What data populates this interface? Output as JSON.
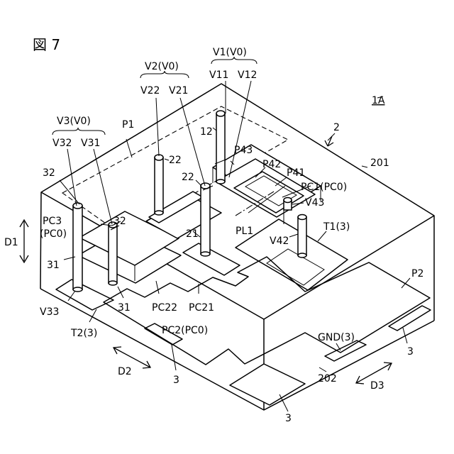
{
  "figure": {
    "title": "図 7",
    "module_label": "1A"
  },
  "labels": {
    "v1": "V1(V0)",
    "v11": "V11",
    "v12": "V12",
    "v2": "V2(V0)",
    "v22": "V22",
    "v21": "V21",
    "v3": "V3(V0)",
    "v32": "V32",
    "v31": "V31",
    "p1": "P1",
    "ref2": "2",
    "ref201": "201",
    "ref12": "12",
    "p43": "P43",
    "p42": "P42",
    "p41": "P41",
    "pc1": "PC1(PC0)",
    "v43": "V43",
    "ref22a": "22",
    "ref22b": "22",
    "ref32a": "32",
    "ref32b": "32",
    "pc3a": "PC3",
    "pc3b": "(PC0)",
    "d1": "D1",
    "pl1": "PL1",
    "t1": "T1(3)",
    "v42": "V42",
    "ref21": "21",
    "ref31a": "31",
    "ref31b": "31",
    "v33": "V33",
    "p2": "P2",
    "pc22": "PC22",
    "pc21": "PC21",
    "pc2": "PC2(PC0)",
    "t2": "T2(3)",
    "gnd": "GND(3)",
    "ref3a": "3",
    "ref3b": "3",
    "ref3c": "3",
    "d2": "D2",
    "d3": "D3",
    "ref202": "202"
  }
}
